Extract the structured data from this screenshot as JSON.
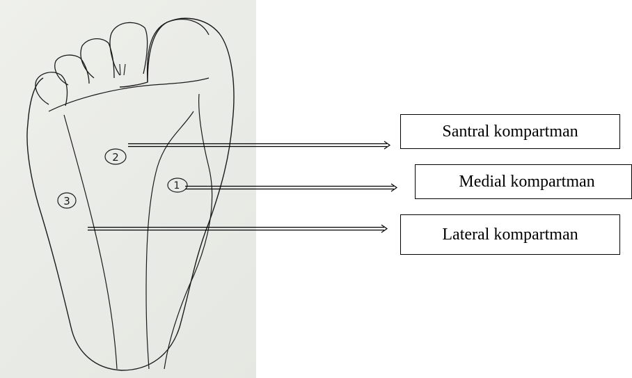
{
  "labels": {
    "santral": "Santral kompartman",
    "medial": "Medial kompartman",
    "lateral": "Lateral kompartman"
  },
  "markers": {
    "one": "1",
    "two": "2",
    "three": "3"
  },
  "colors": {
    "paper": "#eceee9",
    "ink": "#1a1a1a",
    "arrow": "#000000"
  }
}
